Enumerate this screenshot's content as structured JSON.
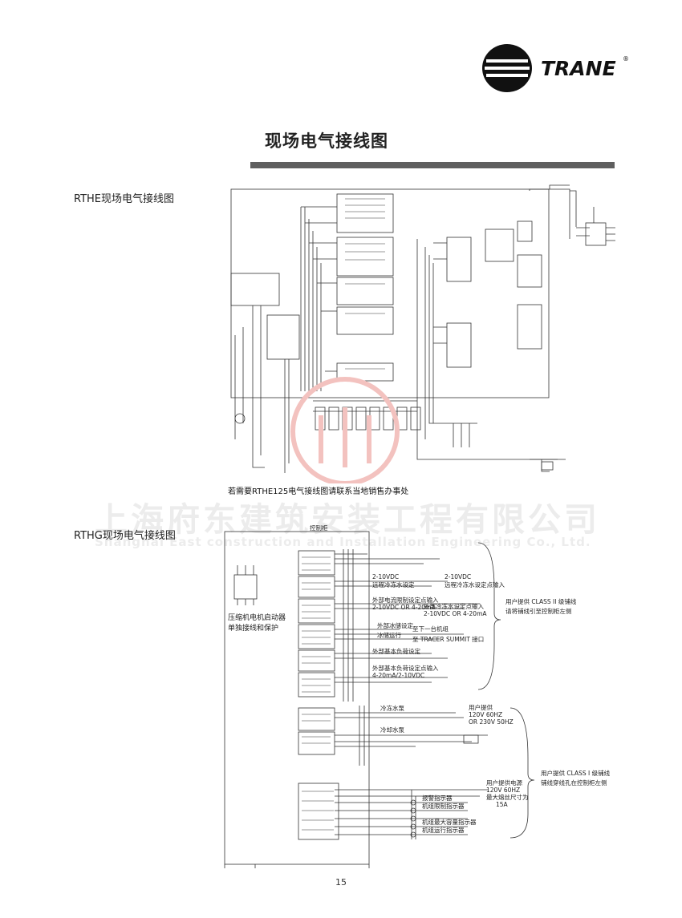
{
  "brand": {
    "name": "TRANE",
    "registered": "®"
  },
  "page": {
    "title": "现场电气接线图",
    "number": "15"
  },
  "sections": {
    "rthe": {
      "label": "RTHE现场电气接线图",
      "note": "若需要RTHE125电气接线图请联系当地销售办事处"
    },
    "rthg": {
      "label": "RTHG现场电气接线图",
      "control_panel": "控制柜",
      "compressor_note_line1": "压缩机电机启动器",
      "compressor_note_line2": "单独接线和保护",
      "class2_note_line1": "用户提供 CLASS II 级铺线",
      "class2_note_line2": "请将铺线引至控制柜左侧",
      "class1_note_line1": "用户提供 CLASS I 级铺线",
      "class1_note_line2": "铺线穿线孔在控制柜左侧",
      "power_note": [
        "用户提供",
        "120V 60HZ",
        "OR 230V 50HZ"
      ],
      "power_note2": [
        "用户提供电源",
        "120V 60HZ",
        "最大熔丝尺寸为",
        "15A"
      ],
      "mid_labels": [
        "2-10VDC",
        "远程冷冻水设定",
        "2-10VDC",
        "远程冷冻水设定点输入",
        "外部电流限制设定点输入",
        "2-10VDC OR 4-20mA",
        "外部冷冻水设定点输入",
        "2-10VDC OR 4-20mA",
        "外部冰储设定",
        "冰储运行",
        "至下一台机组",
        "至 TRACER SUMMIT 接口",
        "外部基本负荷设定",
        "外部基本负荷设定点输入",
        "4-20mA/2-10VDC"
      ],
      "relay_labels": [
        "冷冻水泵",
        "冷却水泵",
        "报警指示器",
        "机组限制指示器",
        "机组最大容量指示器",
        "机组运行指示器"
      ]
    }
  },
  "watermark": {
    "cn": "上海府东建筑安装工程有限公司",
    "en": "Shanghai East construction and Installation Engineering Co., Ltd."
  },
  "colors": {
    "title_bar": "#5f5f5f",
    "watermark_seal": "#f3c2bf",
    "watermark_text": "#ececec",
    "line": "#333333"
  }
}
